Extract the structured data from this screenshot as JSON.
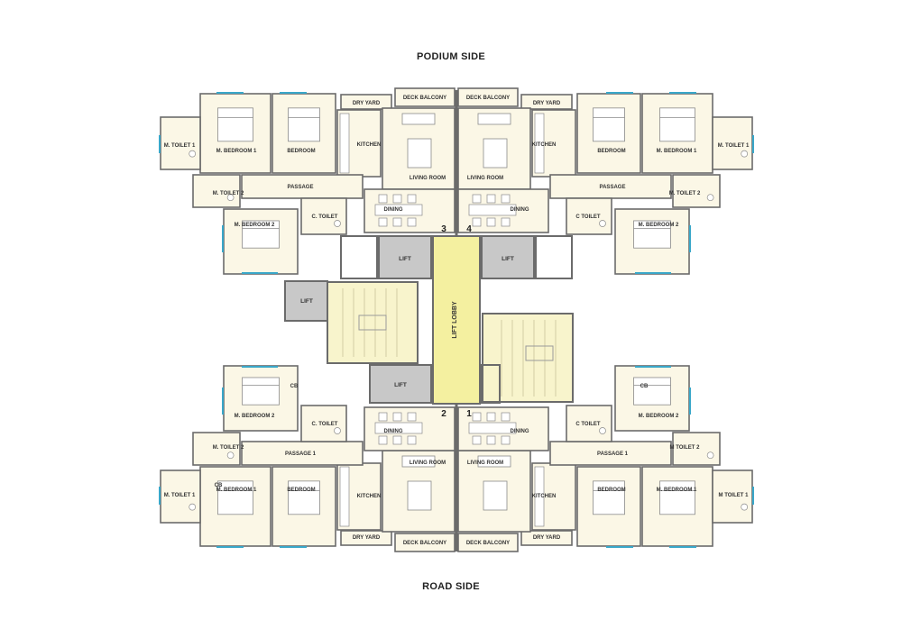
{
  "header": {
    "title": "PODIUM SIDE"
  },
  "footer": {
    "title": "ROAD SIDE"
  },
  "colors": {
    "room_fill": "#fbf7e6",
    "wall": "#6b6b6b",
    "lift_fill": "#c8c8c8",
    "lobby_fill": "#f4f0a0",
    "stair_fill": "#f8f4cc",
    "window": "#39a7c9",
    "furniture": "#8a8a8a"
  },
  "core": {
    "lift_lobby": "LIFT LOBBY",
    "lift_label": "LIFT"
  },
  "flats": [
    {
      "number": "3",
      "rooms": {
        "deck_balcony": "DECK BALCONY",
        "dry_yard": "DRY YARD",
        "kitchen": "KITCHEN",
        "living_room": "LIVING ROOM",
        "dining": "DINING",
        "passage": "PASSAGE",
        "m_bedroom_1": "M. BEDROOM 1",
        "bedroom": "BEDROOM",
        "m_toilet_1": "M. TOILET 1",
        "m_toilet_2": "M. TOILET 2",
        "m_bedroom_2": "M. BEDROOM 2",
        "c_toilet": "C. TOILET"
      }
    },
    {
      "number": "4",
      "rooms": {
        "deck_balcony": "DECK BALCONY",
        "dry_yard": "DRY YARD",
        "kitchen": "KITCHEN",
        "living_room": "LIVING ROOM",
        "dining": "DINING",
        "passage": "PASSAGE",
        "m_bedroom_1": "M. BEDROOM 1",
        "bedroom": "BEDROOM",
        "m_toilet_1": "M. TOILET 1",
        "m_toilet_2": "M. TOILET 2",
        "m_bedroom_2": "M. BEDROOM 2",
        "c_toilet": "C TOILET"
      }
    },
    {
      "number": "2",
      "rooms": {
        "deck_balcony": "DECK BALCONY",
        "dry_yard": "DRY YARD",
        "kitchen": "KITCHEN",
        "living_room": "LIVING ROOM",
        "dining": "DINING",
        "passage": "PASSAGE 1",
        "m_bedroom_1": "M. BEDROOM 1",
        "bedroom": "BEDROOM",
        "m_toilet_1": "M. TOILET 1",
        "m_toilet_2": "M. TOILET 2",
        "m_bedroom_2": "M. BEDROOM 2",
        "c_toilet": "C. TOILET",
        "cb": "CB",
        "cb2": "CB"
      }
    },
    {
      "number": "1",
      "rooms": {
        "deck_balcony": "DECK BALCONY",
        "dry_yard": "DRY YARD",
        "kitchen": "KITCHEN",
        "living_room": "LIVING ROOM",
        "dining": "DINING",
        "passage": "PASSAGE 1",
        "m_bedroom_1": "M. BEDROOM 1",
        "bedroom": "BEDROOM",
        "m_toilet_1": "M TOILET 1",
        "m_toilet_2": "M TOILET 2",
        "m_bedroom_2": "M. BEDROOM 2",
        "c_toilet": "C TOILET",
        "cb": "CB"
      }
    }
  ]
}
